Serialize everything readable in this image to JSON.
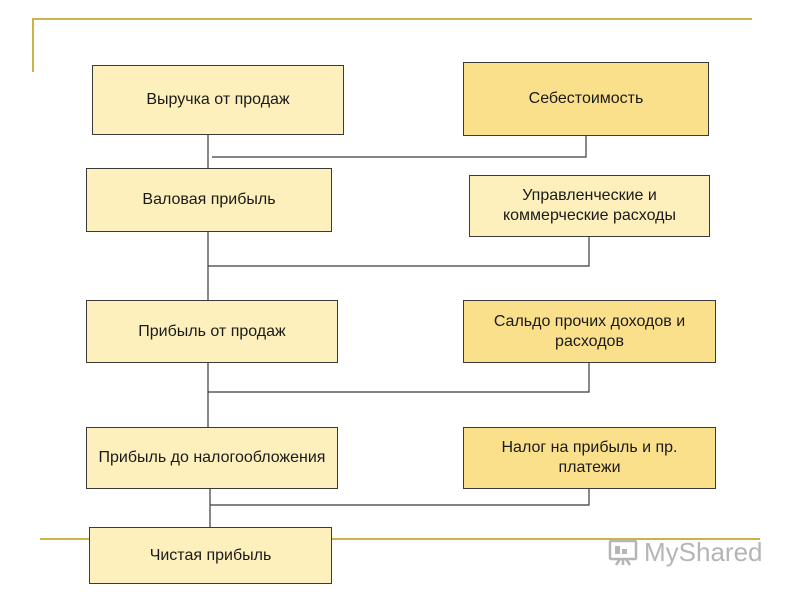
{
  "diagram": {
    "nodes": {
      "revenue": "Выручка от продаж",
      "cost_of_sales": "Себестоимость",
      "gross_profit": "Валовая прибыль",
      "admin_commercial_expenses": "Управленческие и коммерческие расходы",
      "profit_from_sales": "Прибыль от продаж",
      "other_income_expenses_balance": "Сальдо прочих доходов и расходов",
      "profit_before_tax": "Прибыль до налогообложения",
      "income_tax": "Налог на прибыль и пр. платежи",
      "net_profit": "Чистая прибыль"
    }
  },
  "watermark": {
    "text": "MyShared",
    "icon": "presentation-board-icon"
  },
  "colors": {
    "left_box_fill": "#fdf0bd",
    "right_box_fill": "#fbe08c",
    "accent_line": "#cdb24a",
    "connector": "#3a3a3a"
  }
}
